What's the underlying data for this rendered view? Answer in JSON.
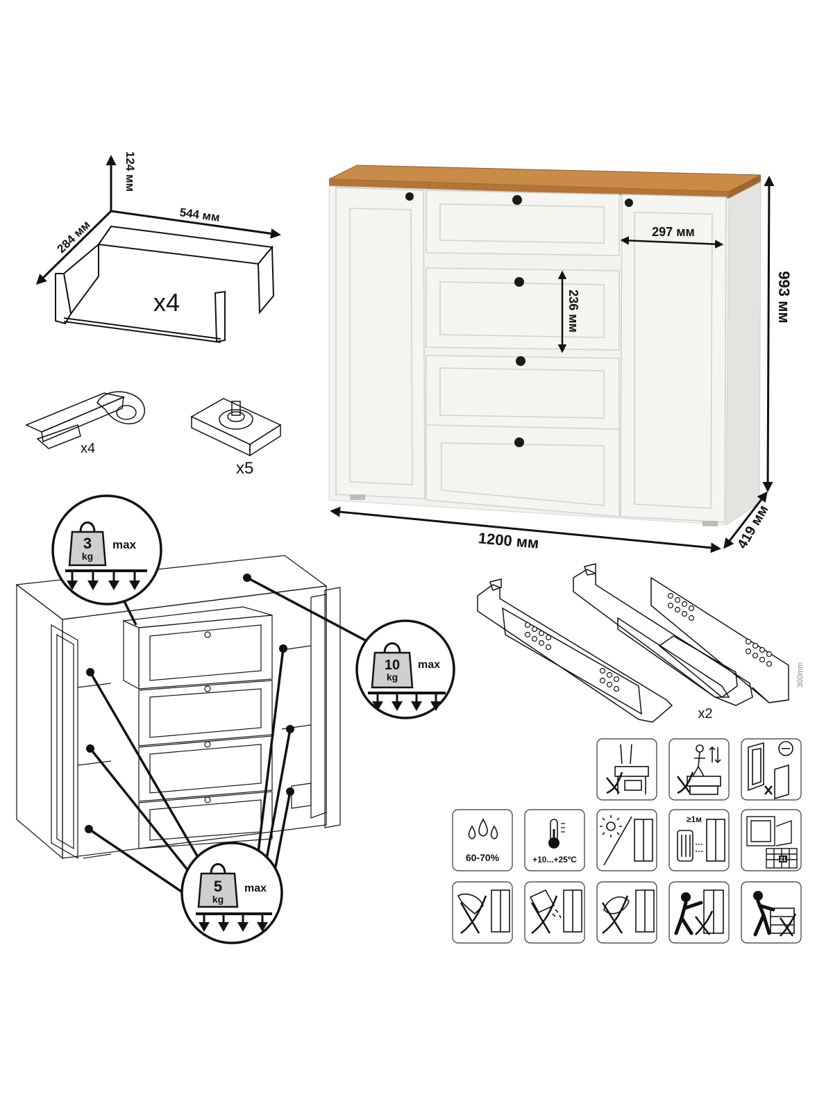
{
  "drawer_box": {
    "height_label": "124 мм",
    "width_label": "544 мм",
    "depth_label": "284 мм",
    "quantity_label": "x4"
  },
  "hardware": {
    "hinge_quantity": "x4",
    "foot_quantity": "x5"
  },
  "main_cabinet": {
    "door_width_label": "297 мм",
    "drawer_front_height_label": "236 мм",
    "height_label": "993 мм",
    "width_label": "1200 мм",
    "depth_label": "419 мм",
    "colors": {
      "body": "#f2f2ef",
      "top": "#c98b48",
      "knob": "#1a1a1a"
    }
  },
  "load_limits": {
    "top": {
      "value": "3",
      "unit": "kg",
      "suffix": "max"
    },
    "bottom_panel": {
      "value": "10",
      "unit": "kg",
      "suffix": "max"
    },
    "shelves_drawers": {
      "value": "5",
      "unit": "kg",
      "suffix": "max"
    }
  },
  "slides": {
    "quantity_label": "x2",
    "length_label": "300mm"
  },
  "care_icons": {
    "humidity_label": "60-70%",
    "temperature_label": "+10...+25ºC",
    "distance_label": "≥1м",
    "calendar_label": "21",
    "icon_names": [
      "no-standing-on-furniture-icon",
      "no-climbing-on-drawers-icon",
      "wall-anchor-icon",
      "humidity-icon",
      "temperature-icon",
      "no-direct-sunlight-icon",
      "heater-distance-icon",
      "acclimatization-icon",
      "no-wet-cleaning-icon",
      "no-abrasive-cleaning-icon",
      "no-solvents-icon",
      "no-hanging-on-doors-icon",
      "no-dragging-icon"
    ]
  }
}
